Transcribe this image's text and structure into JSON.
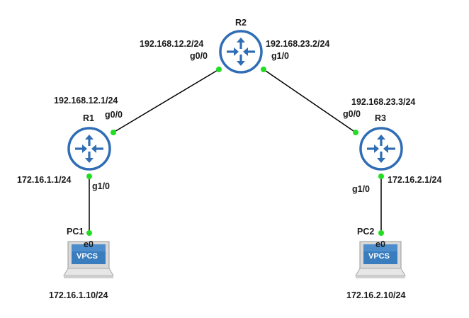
{
  "colors": {
    "router_fill": "#ffffff",
    "router_ring": "#2f6db5",
    "link": "#000000",
    "port_up": "#22dd22",
    "label": "#1a1a1a"
  },
  "devices": {
    "r1": {
      "name": "R1",
      "type": "router"
    },
    "r2": {
      "name": "R2",
      "type": "router"
    },
    "r3": {
      "name": "R3",
      "type": "router"
    },
    "pc1": {
      "name": "PC1",
      "type": "vpcs",
      "screen_text": "VPCS"
    },
    "pc2": {
      "name": "PC2",
      "type": "vpcs",
      "screen_text": "VPCS"
    }
  },
  "interfaces": {
    "r2_g00": {
      "port": "g0/0",
      "ip": "192.168.12.2/24"
    },
    "r2_g10": {
      "port": "g1/0",
      "ip": "192.168.23.2/24"
    },
    "r1_g00": {
      "port": "g0/0",
      "ip": "192.168.12.1/24"
    },
    "r1_g10": {
      "port": "g1/0",
      "ip": "172.16.1.1/24"
    },
    "r3_g00": {
      "port": "g0/0",
      "ip": "192.168.23.3/24"
    },
    "r3_g10": {
      "port": "g1/0",
      "ip": "172.16.2.1/24"
    },
    "pc1_e0": {
      "port": "e0",
      "ip": "172.16.1.10/24"
    },
    "pc2_e0": {
      "port": "e0",
      "ip": "172.16.2.10/24"
    }
  }
}
